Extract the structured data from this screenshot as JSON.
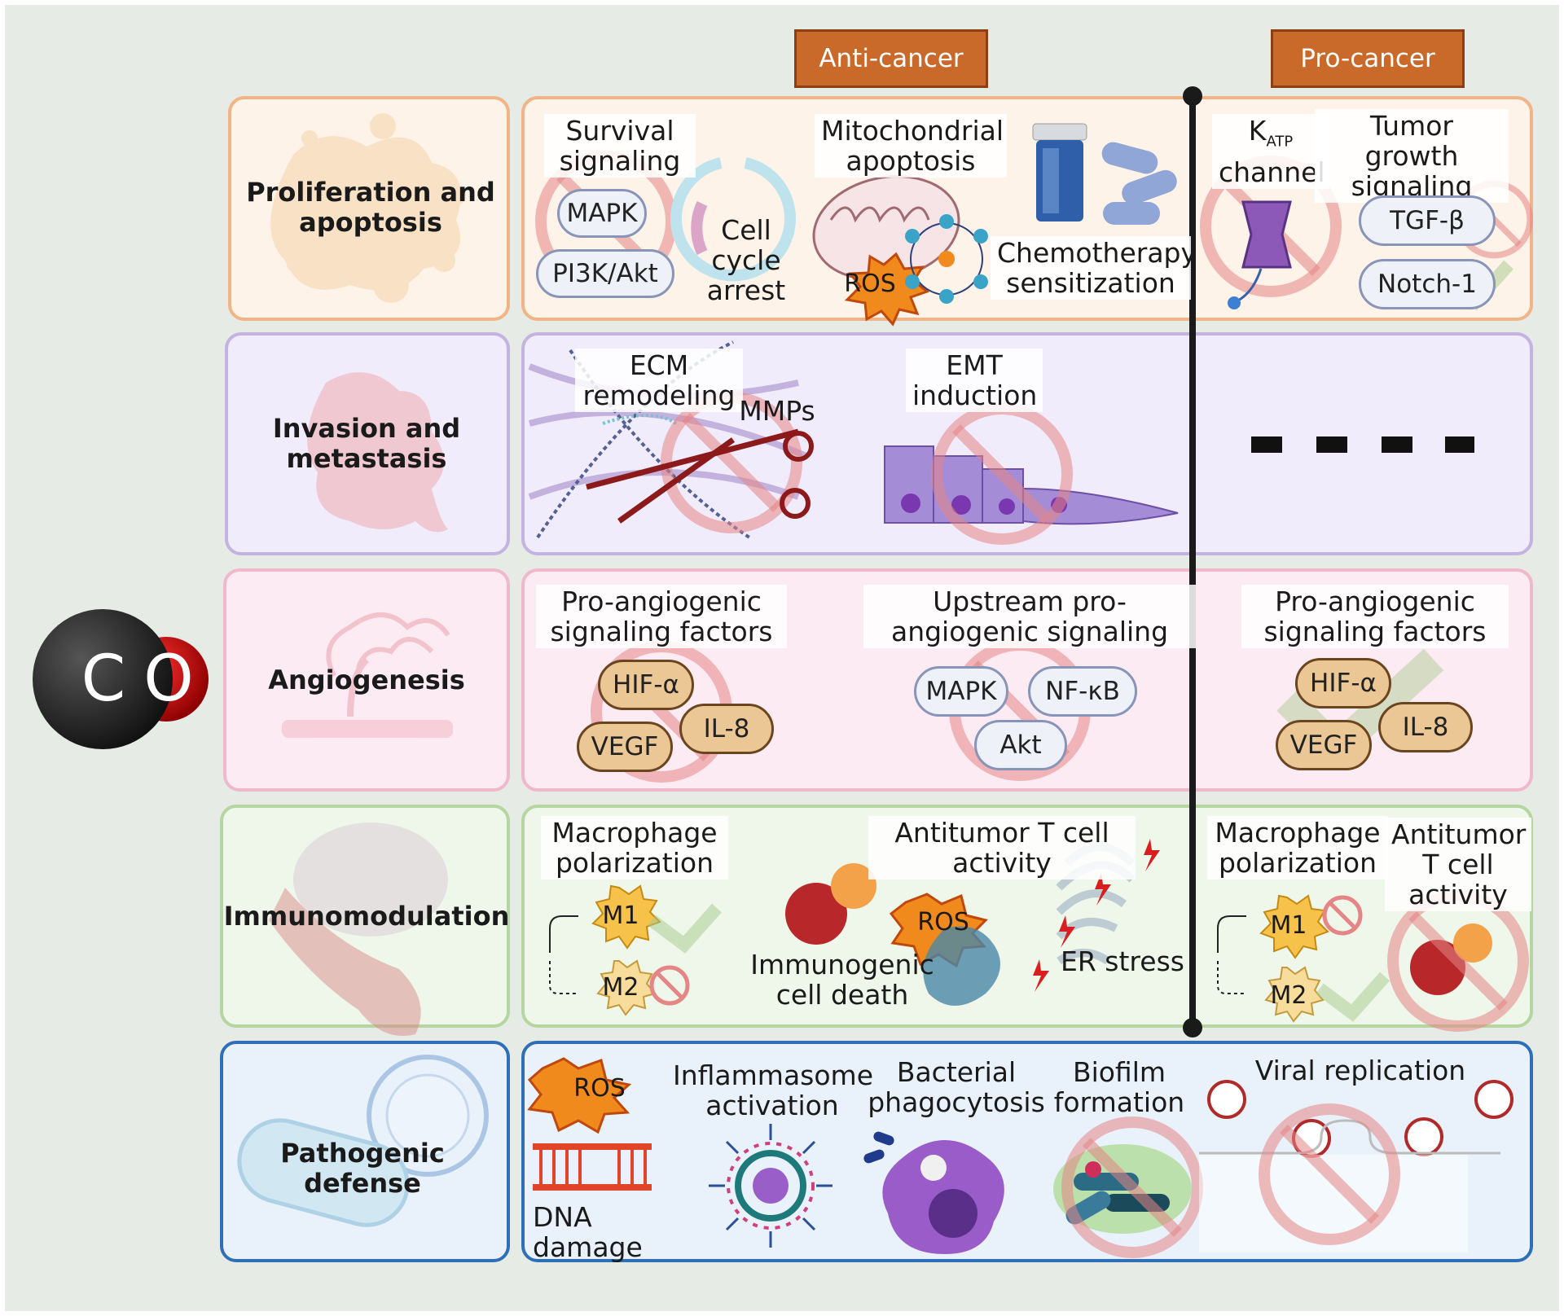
{
  "headers": {
    "anti": "Anti-cancer",
    "pro": "Pro-cancer"
  },
  "molecule": {
    "c": "C",
    "o": "O"
  },
  "rows": {
    "proliferation": {
      "label": "Proliferation and apoptosis",
      "survival": "Survival signaling",
      "mapk": "MAPK",
      "pi3k": "PI3K/Akt",
      "cellcycle": "Cell cycle arrest",
      "mito": "Mitochondrial apoptosis",
      "ros": "ROS",
      "chemo": "Chemotherapy sensitization",
      "katp_k": "K",
      "katp_sub": "ATP",
      "katp_channel": "channel",
      "tumor": "Tumor growth signaling",
      "tgf": "TGF-β",
      "notch": "Notch-1"
    },
    "invasion": {
      "label": "Invasion and metastasis",
      "ecm": "ECM remodeling",
      "mmps": "MMPs",
      "emt": "EMT induction"
    },
    "angio": {
      "label": "Angiogenesis",
      "factors": "Pro-angiogenic signaling factors",
      "hif": "HIF-α",
      "vegf": "VEGF",
      "il8": "IL-8",
      "upstream": "Upstream pro-angiogenic signaling",
      "mapk": "MAPK",
      "nfkb": "NF-κB",
      "akt": "Akt",
      "pro_factors": "Pro-angiogenic signaling factors",
      "pro_hif": "HIF-α",
      "pro_vegf": "VEGF",
      "pro_il8": "IL-8"
    },
    "immuno": {
      "label": "Immunomodulation",
      "macro": "Macrophage polarization",
      "m1": "M1",
      "m2": "M2",
      "antitumor": "Antitumor T cell activity",
      "ros": "ROS",
      "icd": "Immunogenic cell death",
      "er": "ER stress",
      "pro_macro": "Macrophage polarization",
      "pro_m1": "M1",
      "pro_m2": "M2",
      "pro_antitumor": "Antitumor T cell activity"
    },
    "pathogen": {
      "label": "Pathogenic defense",
      "ros": "ROS",
      "dna": "DNA damage",
      "inflam": "Inflammasome activation",
      "bact": "Bacterial phagocytosis",
      "biofilm": "Biofilm formation",
      "viral": "Viral replication"
    }
  }
}
